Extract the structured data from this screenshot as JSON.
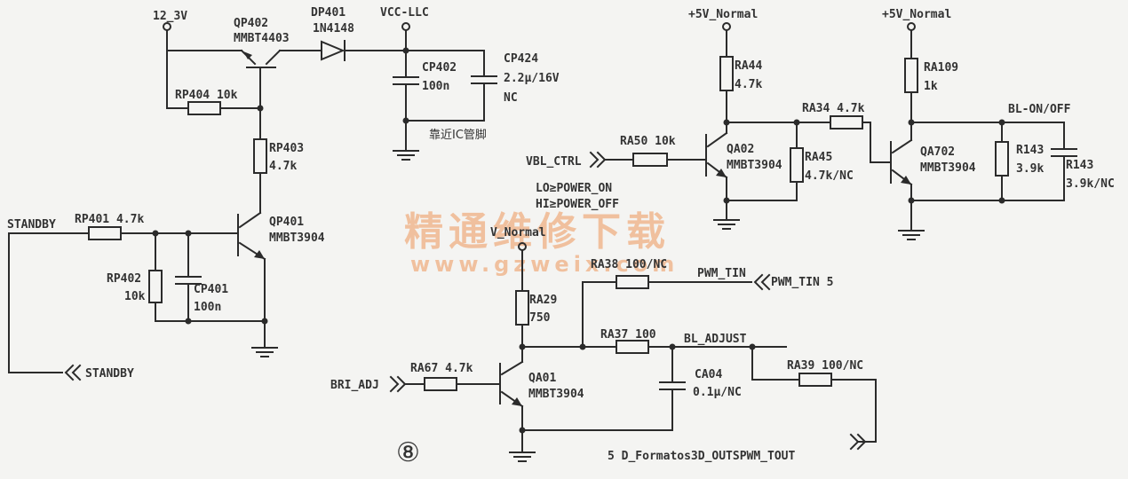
{
  "labels": {
    "rail_12v": "12_3V",
    "qp402_ref": "QP402",
    "qp402_val": "MMBT4403",
    "dp401_ref": "DP401",
    "dp401_val": "1N4148",
    "vcc_llc": "VCC-LLC",
    "cp402_ref": "CP402",
    "cp402_val": "100n",
    "cp424_ref": "CP424",
    "cp424_val": "2.2μ/16V",
    "cp424_nc": "NC",
    "note_ic": "靠近IC管脚",
    "rp404": "RP404  10k",
    "rp403_ref": "RP403",
    "rp403_val": "4.7k",
    "standby_in": "STANDBY",
    "rp401": "RP401  4.7k",
    "qp401_ref": "QP401",
    "qp401_val": "MMBT3904",
    "rp402_ref": "RP402",
    "rp402_val": "10k",
    "cp401_ref": "CP401",
    "cp401_val": "100n",
    "standby_out": "STANDBY",
    "page_num": "⑧",
    "vcc5_a": "+5V_Normal",
    "ra44_ref": "RA44",
    "ra44_val": "4.7k",
    "ra50": "RA50  10k",
    "vbl_ctrl": "VBL_CTRL",
    "qa02_ref": "QA02",
    "qa02_val": "MMBT3904",
    "ra34": "RA34  4.7k",
    "ra45_ref": "RA45",
    "ra45_val": "4.7k/NC",
    "note_lo": "LO≥POWER_ON",
    "note_hi": "HI≥POWER_OFF",
    "vcc5_b": "+5V_Normal",
    "ra109_ref": "RA109",
    "ra109_val": "1k",
    "bl_onoff": "BL-ON/OFF",
    "qa702_ref": "QA702",
    "qa702_val": "MMBT3904",
    "r143a_ref": "R143",
    "r143a_val": "3.9k",
    "r143b_ref": "R143",
    "r143b_val": "3.9k/NC",
    "vcc5_c": "V_Normal",
    "ra38": "RA38  100/NC",
    "pwm_tin": "PWM_TIN",
    "pwm_tin5": "PWM_TIN 5",
    "ra29_ref": "RA29",
    "ra29_val": "750",
    "ra37": "RA37  100",
    "bl_adjust": "BL_ADJUST",
    "bri_adj": "BRI_ADJ",
    "ra67": "RA67  4.7k",
    "qa01_ref": "QA01",
    "qa01_val": "MMBT3904",
    "ca04_ref": "CA04",
    "ca04_val": "0.1μ/NC",
    "ra39": "RA39  100/NC",
    "formatos": "5 D_Formatos3D_OUTSPWM_TOUT"
  },
  "watermark": {
    "cn": "精通维修下载",
    "url": "www.gzweix.com"
  },
  "colors": {
    "ink": "#2b2b2b",
    "watermark": "#f0b890",
    "paper": "#f4f4f2"
  }
}
